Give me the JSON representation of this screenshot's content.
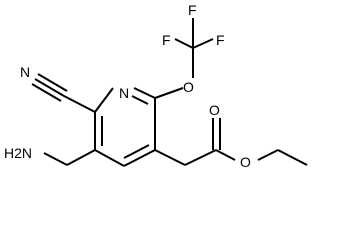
{
  "atom_labels": {
    "nitrile_n": "N",
    "ring_n": "N",
    "ether_o": "O",
    "f1": "F",
    "f2": "F",
    "f3": "F",
    "amine": "H2N",
    "carbonyl_o": "O",
    "ester_o": "O"
  },
  "colors": {
    "bond": "#000000",
    "text": "#000000",
    "background": "#ffffff"
  }
}
